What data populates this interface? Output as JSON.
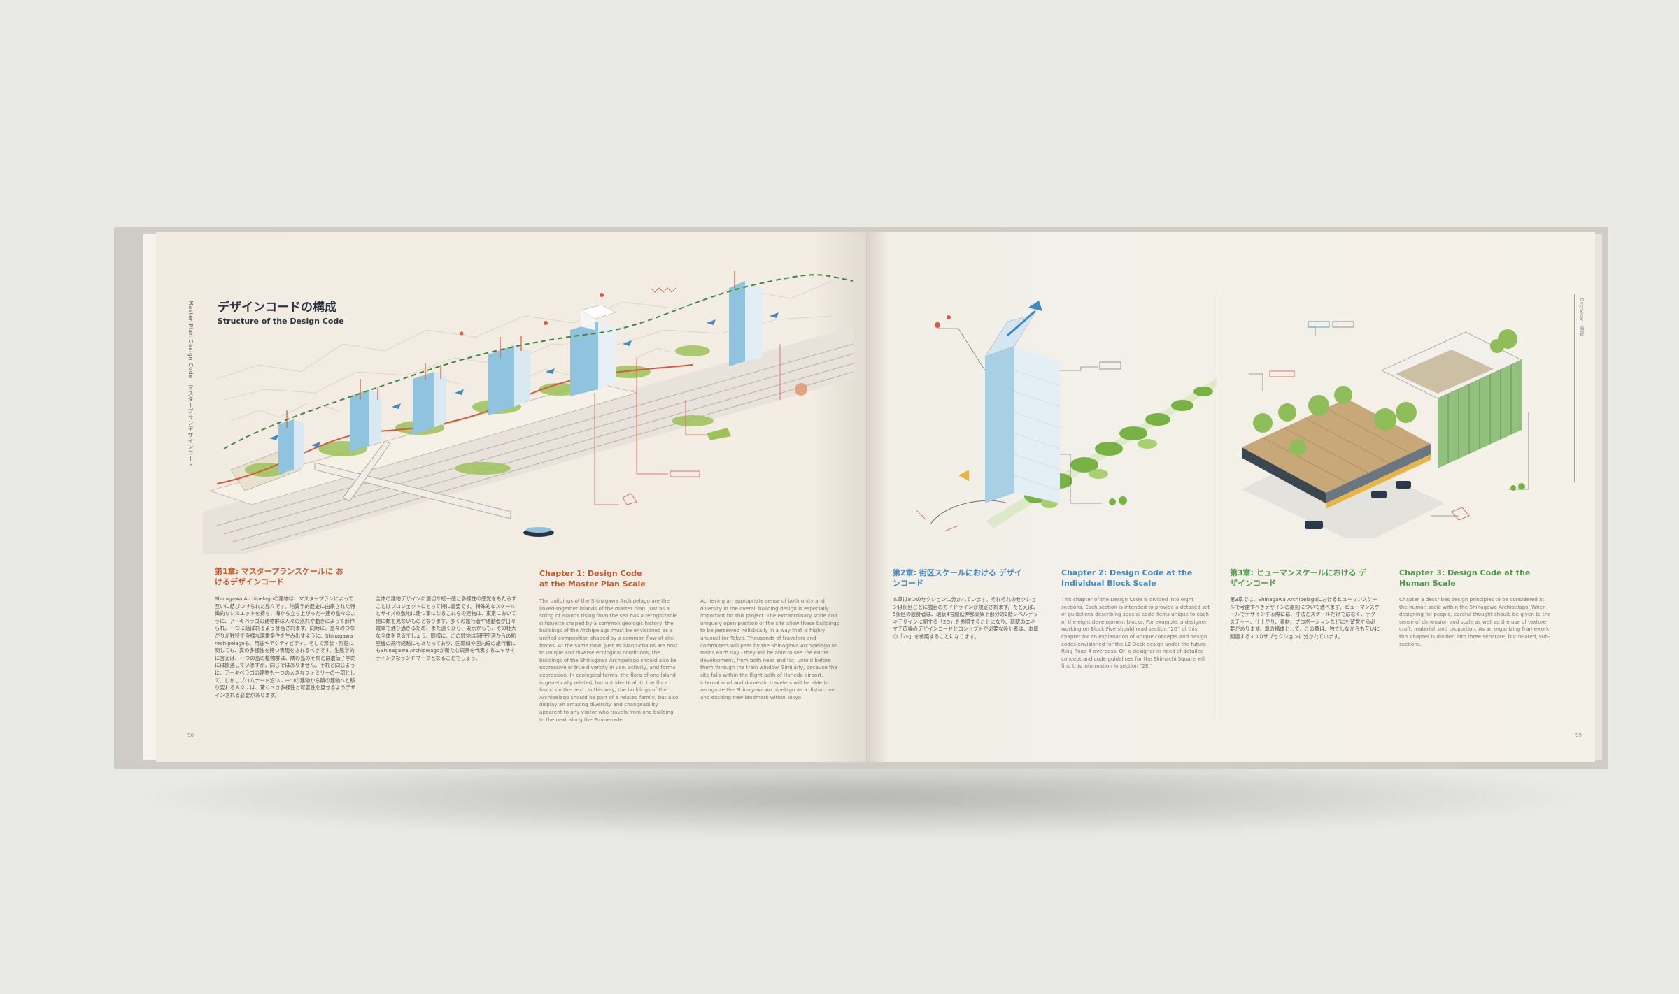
{
  "book": {
    "left_page": {
      "title_jp": "デザインコードの構成",
      "title_en": "Structure of the Design Code",
      "running_head": "Master Plan Design Code　マスタープランデザインコード",
      "page_number": "98",
      "chapter1_jp_heading": "第1章: マスタープランスケールに おけるデザインコード",
      "chapter1_jp_col1": "Shinagawa Archipelagoの建物は、マスタープランによって互いに結びつけられた島々です。地質学的歴史に由来された特徴的なシルエットを持ち、海から立ち上がった一連の島々のように、アーキペラゴの建物群は人々の流れや動きによって形作られ、一つに結ばれるよう計画されます。同時に、島々のつながりが独特で多様な環境条件を生み出すように、Shinagawa Archipelagoも、用途やアクティビティ、そして形状・形態に関しても、真の多様性を持つ表現をされるべきです。生態学的に言えば、一つの島の植物群は、隣の島のそれとは遺伝子学的には関連していますが、同じではありません。それと同じように、アーキペラゴの建物も一つの大きなファミリーの一部として、しかしプロムナード沿いに一つの建物から隣の建物へと移り変わる人々には、驚くべき多様性と可変性を見せるようデザインされる必要があります。",
      "chapter1_jp_col2": "全体の建物デザインに適切な統一感と多様性の感覚をもたらすことはプロジェクトにとって特に重要です。特殊的なスケールとサイズの敷地に建つ事になるこれらの建物は、東京において他に類を見ないものとなります。多くの旅行者や通勤者が日々電車で通り過ぎるため、また遠くから、東京からも、その壮大な全体を見るでしょう。同様に、この敷地は羽田空港からの航空機の飛行経路にもあたっており、国際線や国内線の旅行者にもShinagawa Archipelagoが新たな東京を代表するエキサイティングなランドマークとなることでしょう。",
      "chapter1_en_heading": "Chapter 1: Design Code at the Master Plan Scale",
      "chapter1_en_col1": "The buildings of the Shinagawa Archipelago are the linked-together islands of the master plan. Just as a string of islands rising from the sea has a recognizable silhouette shaped by a common geologic history, the buildings of the Archipelago must be envisioned as a unified composition shaped by a common flow of site forces. At the same time, just as island-chains are host to unique and diverse ecological conditions, the buildings of the Shinagawa Archipelago should also be expressive of true diversity in use, activity, and formal expression. In ecological terms, the flora of one island is genetically related, but not identical, to the flora found on the next. In this way, the buildings of the Archipelago should be part of a related family, but also display an amazing diversity and changeability apparent to any visitor who travels from one building to the next along the Promenade.",
      "chapter1_en_col2": "Achieving an appropriate sense of both unity and diversity in the overall building design is especially important for this project. The extraordinary scale and uniquely open position of the site allow these buildings to be perceived holistically in a way that is highly unusual for Tokyo. Thousands of travelers and commuters will pass by the Shinagawa Archipelago on trains each day - they will be able to see the entire development, from both near and far, unfold before them through the train window. Similarly, because the site falls within the flight path of Haneda airport, international and domestic travelers will be able to recognize the Shinagawa Archipelago as a distinctive and exciting new landmark within Tokyo."
    },
    "right_page": {
      "running_head": "Overview　概要",
      "page_number": "99",
      "chapter2_jp_heading": "第2章: 街区スケールにおける デザインコード",
      "chapter2_jp_body": "本章は8つのセクションに分かれています。それぞれのセクションは街区ごとに独自のガイドラインが規定されます。たとえば、5街区の設計者は、環状4号線延伸部高架下部分の2階レベルデッキデザインに関する「2G」を参照することになり、新駅のエキマチ広場のデザインコードとコンセプトが必要な設計者は、本章の「2E」を参照することになります。",
      "chapter2_en_heading": "Chapter 2: Design Code at the Individual Block Scale",
      "chapter2_en_body": "This chapter of the Design Code is divided into eight sections. Each section is intended to provide a detailed set of guidelines describing special code items unique to each of the eight development blocks. For example, a designer working on Block Five should read section \"2G\" of this chapter for an explanation of unique concepts and design codes envisioned for the L2 Deck design under the future Ring Road 4 overpass. Or, a designer in need of detailed concept and code guidelines for the Ekimachi Square will find this information in section \"2E.\"",
      "chapter3_jp_heading": "第3章: ヒューマンスケールにおける デザインコード",
      "chapter3_jp_body": "第3章では、Shinagawa Archipelagoにおけるヒューマンスケールで考慮すべきデザインの原則について述べます。ヒューマンスケールでデザインする際には、寸法とスケールだけではなく、テクスチャー、仕上がり、素材、プロポーションなどにも留意する必要があります。章の構成として、この章は、独立しながらも互いに関連する3つのサブセクションに分かれています。",
      "chapter3_en_heading": "Chapter 3: Design Code at the Human Scale",
      "chapter3_en_body": "Chapter 3 describes design principles to be considered at the human scale within the Shinagawa Archipelago. When designing for people, careful thought should be given to the sense of dimension and scale as well as the use of texture, craft, material, and proportion. As an organizing framework, this chapter is divided into three separate, but related, sub-sections."
    }
  },
  "colors": {
    "orange_accent": "#c25a2a",
    "blue_accent": "#3f88c4",
    "green_accent": "#4d9a49",
    "page_cream": "#f3ede3"
  }
}
